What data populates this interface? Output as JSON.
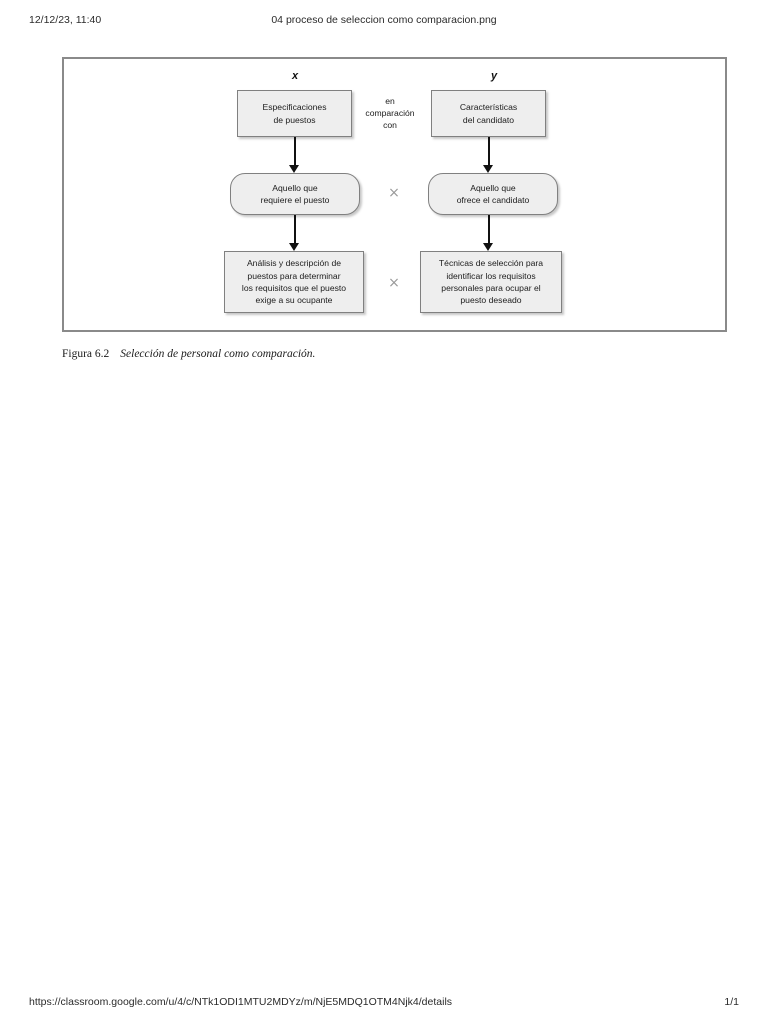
{
  "header": {
    "date": "12/12/23, 11:40",
    "title": "04 proceso de seleccion como comparacion.png"
  },
  "footer": {
    "url": "https://classroom.google.com/u/4/c/NTk1ODI1MTU2MDYz/m/NjE5MDQ1OTM4Njk4/details",
    "page": "1/1"
  },
  "figure": {
    "caption_label": "Figura 6.2",
    "caption_title": "Selección de personal como comparación.",
    "labels": {
      "x": "x",
      "y": "y"
    },
    "compare_text": "en\ncomparación\ncon",
    "compare_lines": [
      "en",
      "comparación",
      "con"
    ],
    "times_symbol": "×",
    "nodes": {
      "spec": "Especificaciones\nde puestos",
      "carac": "Características\ndel candidato",
      "requiere": "Aquello que\nrequiere el puesto",
      "ofrece": "Aquello que\nofrece el candidato",
      "analisis": "Análisis y descripción de\npuestos para determinar\nlos requisitos que el puesto\nexige a su ocupante",
      "tecnicas": "Técnicas de selección para\nidentificar los requisitos\npersonales para ocupar el\npuesto deseado"
    }
  },
  "colors": {
    "node_fill": "#eeeeee",
    "node_border": "#808080",
    "frame_border": "#8a8a8a",
    "times": "#9a9a9a",
    "arrow": "#111111"
  }
}
